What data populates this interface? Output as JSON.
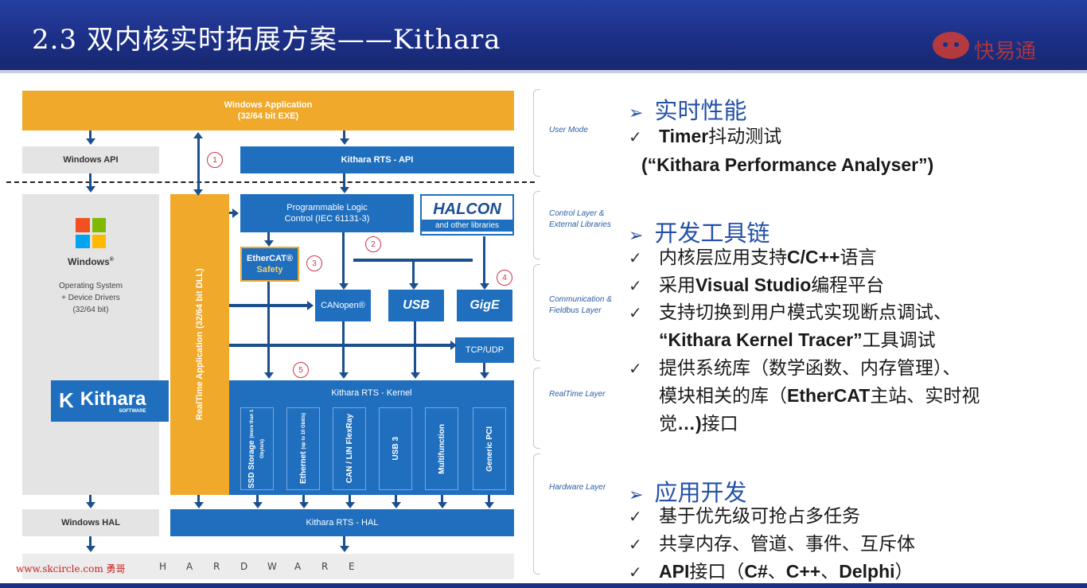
{
  "title": "2.3 双内核实时拓展方案——Kithara",
  "watermark": "快易通",
  "diagram": {
    "windows_application": "Windows Application",
    "windows_application_sub": "(32/64 bit EXE)",
    "windows_api": "Windows API",
    "kithara_rts_api": "Kithara RTS - API",
    "windows_box_title": "Windows",
    "windows_box_reg": "®",
    "windows_box_l1": "Operating System",
    "windows_box_l2": "+ Device Drivers",
    "windows_box_l3": "(32/64 bit)",
    "kithara_logo": "Kithara",
    "kithara_logo_sub": "SOFTWARE",
    "realtime_app": "RealTime Application",
    "realtime_app_sub": "(32/64 bit DLL)",
    "plc_l1": "Programmable Logic",
    "plc_l2": "Control (IEC 61131-3)",
    "halcon": "HALCON",
    "halcon_sub": "and other libraries",
    "ethercat": "EtherCAT®",
    "ethercat_safety": "Safety",
    "canopen": "CANopen®",
    "usb_logo": "USB",
    "gige_logo": "GigE",
    "tcp_udp": "TCP/UDP",
    "kernel": "Kithara RTS - Kernel",
    "hw_items": [
      {
        "label": "SSD Storage",
        "sub": "(more than 1 Gbyte/s)"
      },
      {
        "label": "Ethernet",
        "sub": "(up to 10 Gbit/s)"
      },
      {
        "label": "CAN / LIN",
        "sub": "FlexRay"
      },
      {
        "label": "USB 3",
        "sub": ""
      },
      {
        "label": "Multifunction",
        "sub": ""
      },
      {
        "label": "Generic PCI",
        "sub": ""
      }
    ],
    "windows_hal": "Windows HAL",
    "kithara_hal": "Kithara RTS - HAL",
    "hardware_letters": [
      "H",
      "A",
      "R",
      "D",
      "W",
      "A",
      "R",
      "E"
    ],
    "circles": [
      "1",
      "2",
      "3",
      "4",
      "5"
    ],
    "layers": {
      "user_mode": "User Mode",
      "control_l1": "Control Layer &",
      "control_l2": "External Libraries",
      "comm_l1": "Communication &",
      "comm_l2": "Fieldbus Layer",
      "realtime": "RealTime Layer",
      "hardware": "Hardware Layer"
    },
    "url": "www.skcircle.com 勇哥"
  },
  "sections": [
    {
      "heading": "实时性能",
      "items": [
        {
          "pre": "",
          "bold": "Timer",
          "post": "抖动测试"
        },
        {
          "pre": "",
          "bold": "(“Kithara Performance Analyser”)",
          "post": "",
          "nocheck": true
        }
      ]
    },
    {
      "heading": "开发工具链",
      "items": [
        {
          "pre": "内核层应用支持",
          "bold": "C/C++",
          "post": "语言"
        },
        {
          "pre": "采用",
          "bold": "Visual Studio",
          "post": "编程平台"
        },
        {
          "pre": "支持切换到用户模式实现断点调试、",
          "bold": "",
          "post": ""
        },
        {
          "pre": "",
          "bold": "“Kithara Kernel Tracer”",
          "post": "工具调试",
          "nocheck": true
        },
        {
          "pre": "提供系统库（数学函数、内存管理）、",
          "bold": "",
          "post": ""
        },
        {
          "pre": "模块相关的库（",
          "bold": "EtherCAT",
          "post": "主站、实时视",
          "nocheck": true
        },
        {
          "pre": "觉",
          "bold": "…)",
          "post": "接口",
          "nocheck": true
        }
      ]
    },
    {
      "heading": "应用开发",
      "items": [
        {
          "pre": "基于优先级可抢占多任务",
          "bold": "",
          "post": ""
        },
        {
          "pre": "共享内存、管道、事件、互斥体",
          "bold": "",
          "post": ""
        },
        {
          "pre": "",
          "bold": "API",
          "post": "接口（",
          "bold2": "C#",
          "mid": "、",
          "bold3": "C++",
          "mid2": "、",
          "bold4": "Delphi",
          "end": "）"
        }
      ]
    }
  ],
  "colors": {
    "header_bg": "#1c2f86",
    "accent_blue": "#1f6fbe",
    "orange": "#f0a92a",
    "heading_blue": "#2451a8"
  }
}
